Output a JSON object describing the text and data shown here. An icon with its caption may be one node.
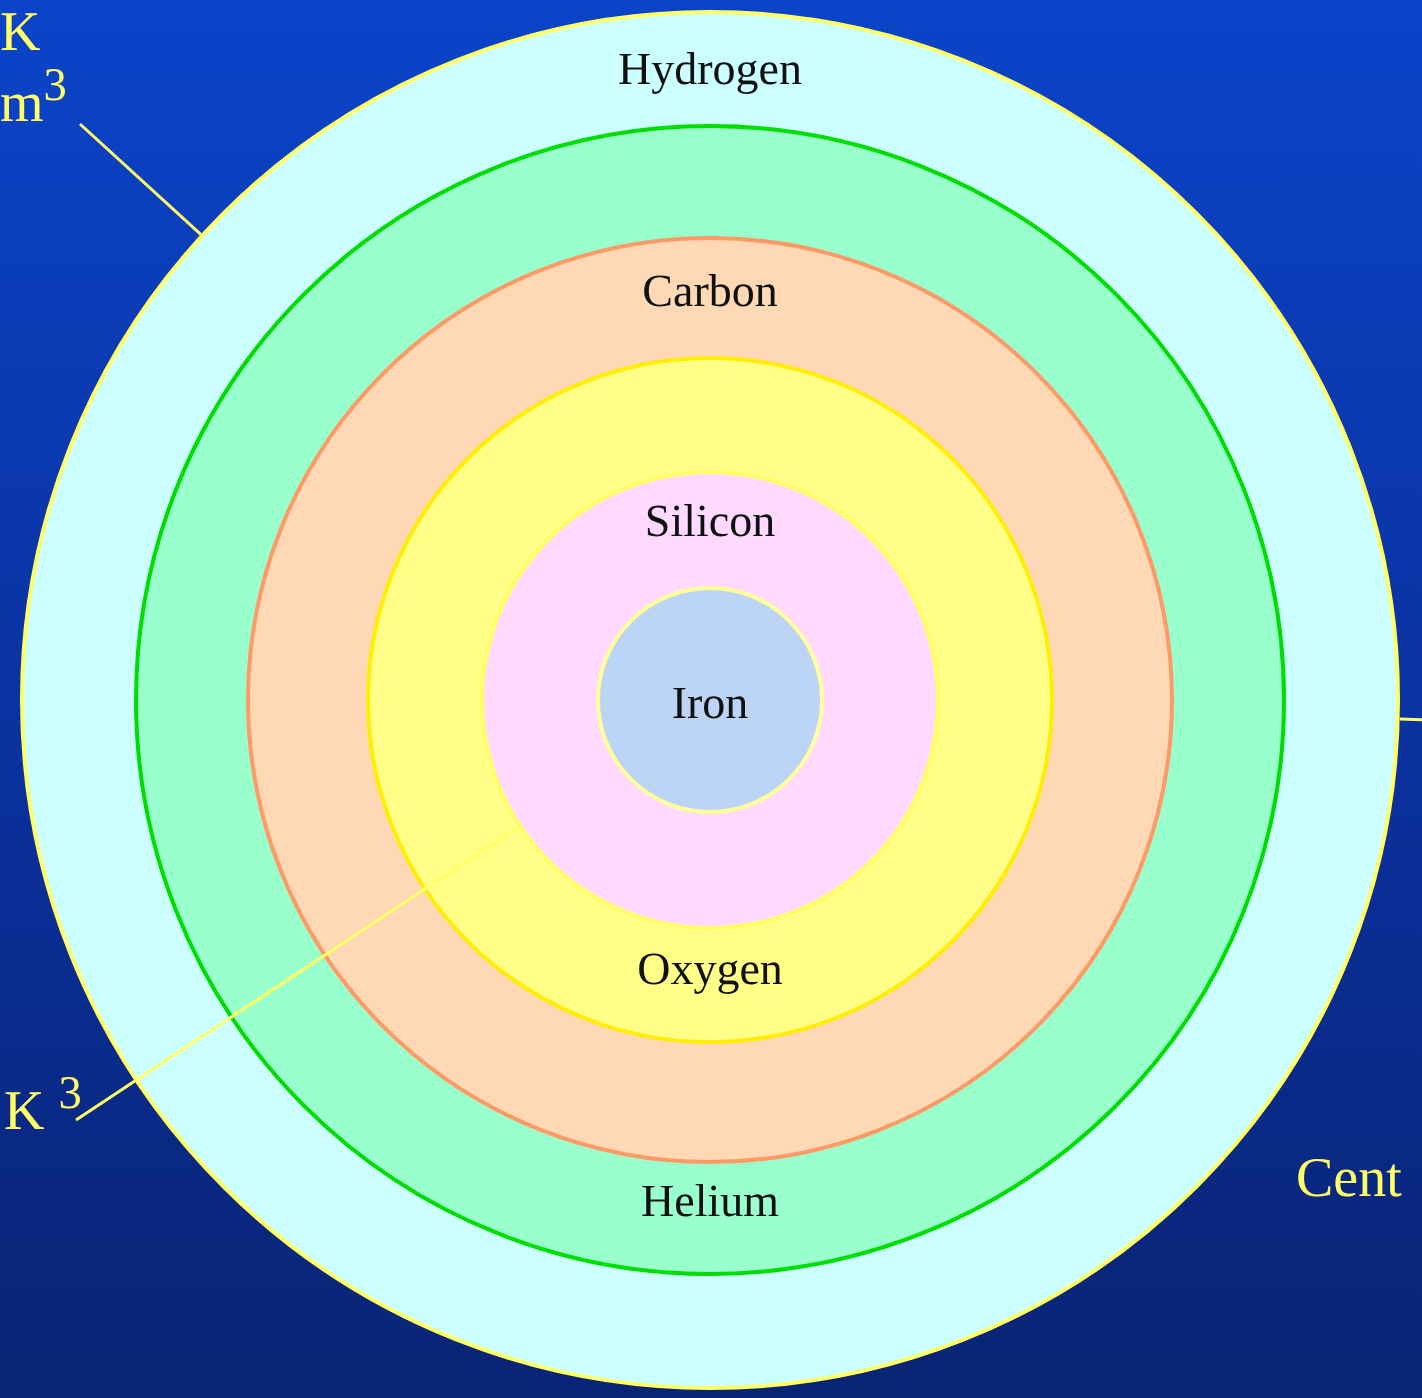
{
  "diagram": {
    "nodes": [
      {
        "text": [
          "Hydrogen"
        ]
      },
      {
        "text": [
          "Helium"
        ],
        "in": 0
      },
      {
        "text": [
          "Carbon"
        ],
        "in": 1
      },
      {
        "text": [
          "Oxygen"
        ],
        "in": 2
      },
      {
        "text": [
          "Silicon"
        ],
        "in": 3
      },
      {
        "text": [
          "Iron"
        ],
        "in": 4
      },
      {
        "text": [
          "K m$^{3}$"
        ]
      },
      {
        "text": [
          "K $^{3}$"
        ]
      }
    ],
    "edges": [
      {
        "from": 6,
        "to": 0,
        "arrow": "none"
      },
      {
        "from": 7,
        "to": 4,
        "arrow": "none"
      },
      {
        "from": 0,
        "to": null,
        "arrow": "none"
      }
    ],
    "labels": [
      "Cent"
    ]
  }
}
